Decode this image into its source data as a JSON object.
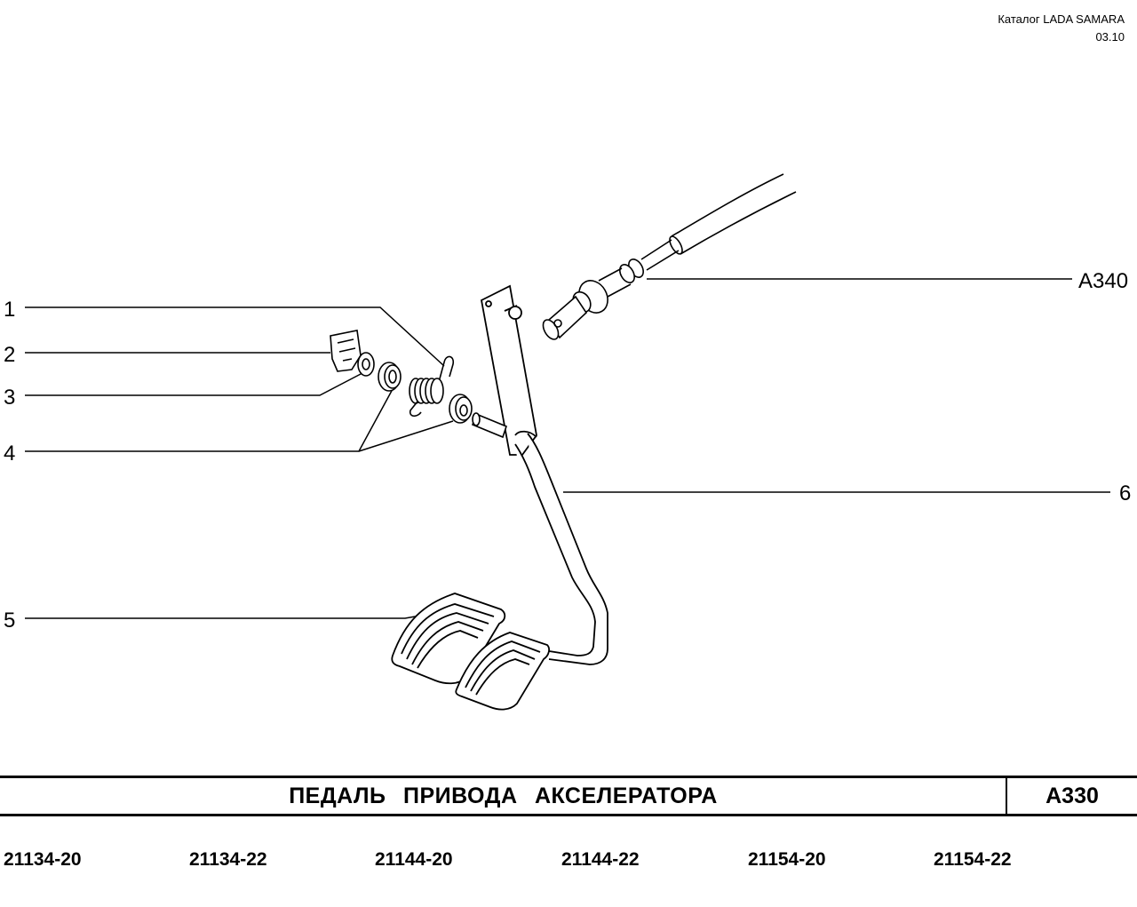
{
  "header": {
    "catalog": "Каталог  LADA SAMARA",
    "date": "03.10"
  },
  "callouts": {
    "c1": "1",
    "c2": "2",
    "c3": "3",
    "c4": "4",
    "c5": "5",
    "c6": "6",
    "ref": "A340"
  },
  "title": {
    "text": "ПЕДАЛЬ  ПРИВОДА  АКСЕЛЕРАТОРА",
    "code": "A330"
  },
  "models": [
    "21134-20",
    "21134-22",
    "21144-20",
    "21144-22",
    "21154-20",
    "21154-22"
  ]
}
